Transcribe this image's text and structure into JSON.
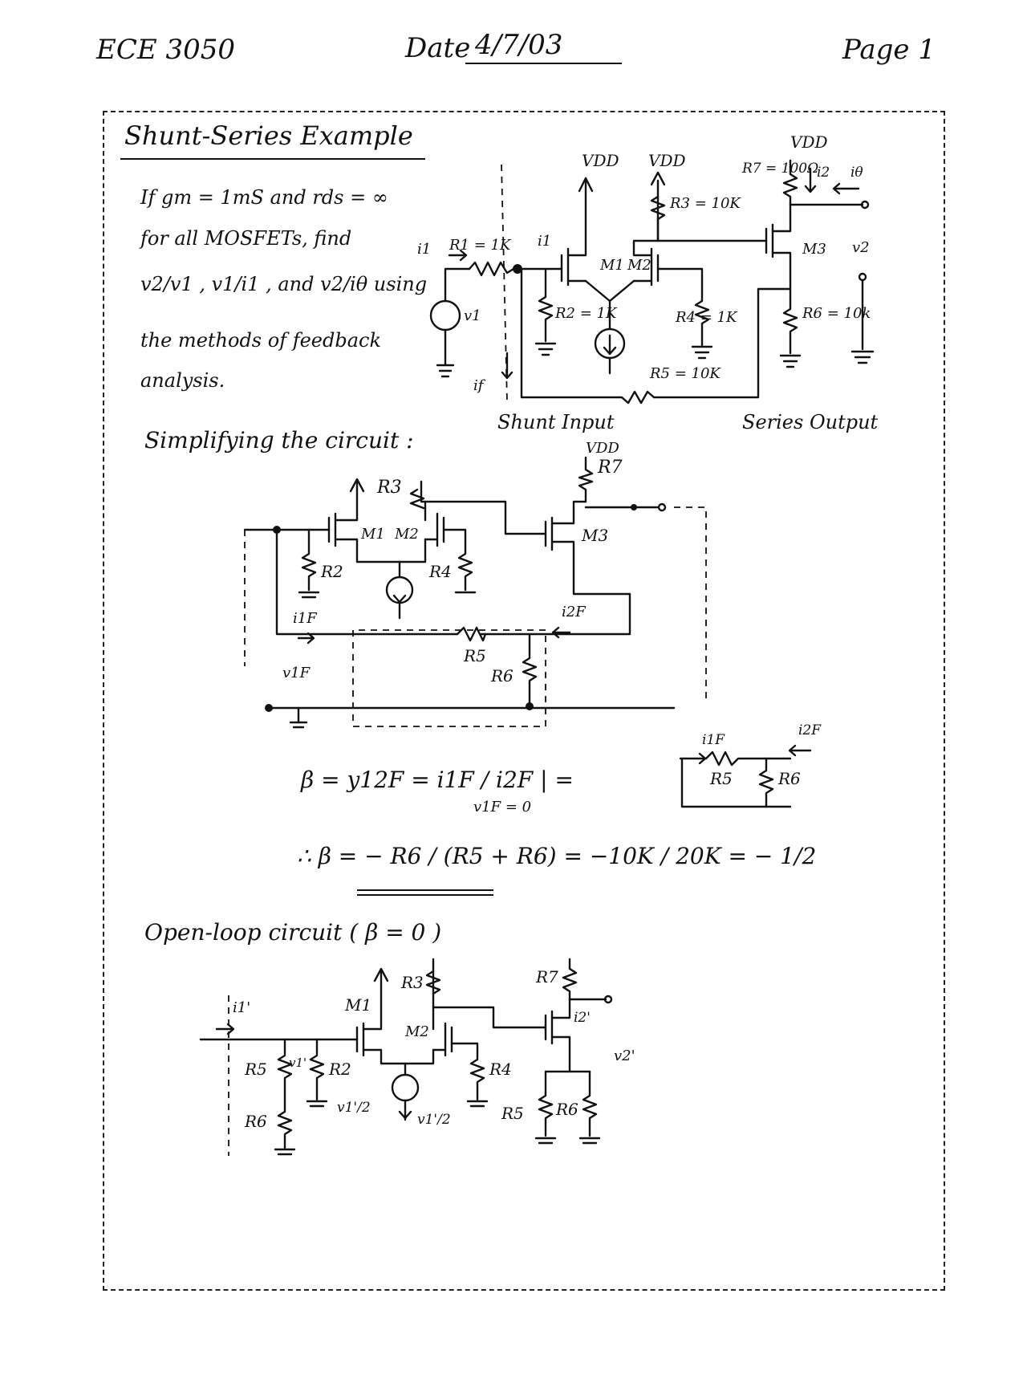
{
  "header": {
    "course": "ECE 3050",
    "date_label": "Date",
    "date_value": "4/7/03",
    "page": "Page 1"
  },
  "section1": {
    "title": "Shunt-Series Example",
    "problem_line1": "If gm = 1mS and rds = ∞",
    "problem_line2": "for all MOSFETs, find",
    "problem_line3": "v2/v1 , v1/i1 , and v2/iθ using",
    "problem_line4": "the methods of feedback",
    "problem_line5": "analysis.",
    "shunt_input": "Shunt Input",
    "series_output": "Series Output"
  },
  "circuit1": {
    "vdd": "VDD",
    "r1": "R1 = 1K",
    "r2": "R2 = 1K",
    "r3": "R3 = 10K",
    "r4": "R4 = 1K",
    "r5": "R5 = 10K",
    "r6": "R6 = 10k",
    "r7": "R7 = 100Ω",
    "m1": "M1",
    "m2": "M2",
    "m3": "M3",
    "i1": "i1",
    "iin": "i1",
    "if": "if",
    "v1": "v1",
    "v2": "v2",
    "i2": "i2",
    "itheta": "iθ"
  },
  "section2": {
    "title": "Simplifying the circuit :",
    "vdd": "VDD",
    "r3": "R3",
    "r7": "R7",
    "m1": "M1",
    "m2": "M2",
    "m3": "M3",
    "r2": "R2",
    "r4": "R4",
    "r5": "R5",
    "r6": "R6",
    "i1f": "i1F",
    "i2f": "i2F",
    "v1f": "v1F",
    "beta_eq": "β = y12F = i1F / i2F |  =",
    "beta_cond": "v1F = 0",
    "beta_result": "∴ β = − R6 / (R5 + R6) = −10K / 20K = − 1/2",
    "small_i1f": "i1F",
    "small_i2f": "i2F",
    "small_r5": "R5",
    "small_r6": "R6"
  },
  "section3": {
    "title": "Open-loop circuit ( β = 0 )",
    "i1p": "i1'",
    "m1": "M1",
    "m2": "M2",
    "r3": "R3",
    "r7": "R7",
    "r5": "R5",
    "r6": "R6",
    "r2": "R2",
    "r4": "R4",
    "v1p": "v1'",
    "v1half": "v1'/2",
    "v1half2": "v1'/2",
    "i2p": "i2'",
    "v2p": "v2'",
    "r5b": "R5",
    "r6b": "R6"
  }
}
